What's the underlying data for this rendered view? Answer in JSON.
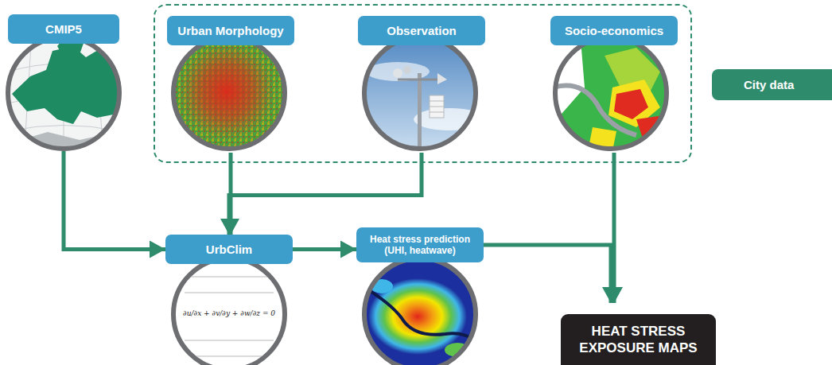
{
  "diagram": {
    "nodes": [
      {
        "text": [
          "CMIP5"
        ]
      },
      {
        "text": [
          "City data"
        ]
      },
      {
        "text": [
          "Urban Morphology"
        ],
        "in": 1
      },
      {
        "text": [
          "Observation"
        ],
        "in": 1
      },
      {
        "text": [
          "Socio-economics"
        ],
        "in": 1
      },
      {
        "text": [
          "UrbClim"
        ]
      },
      {
        "text": [
          "Heat stress prediction (UHI, heatwave)"
        ]
      },
      {
        "text": [
          "HEAT STRESS EXPOSURE MAPS"
        ]
      }
    ],
    "edges": [
      {
        "from": 0,
        "to": 5,
        "arrow": "to"
      },
      {
        "from": 2,
        "to": 5,
        "arrow": "to"
      },
      {
        "from": 3,
        "to": 5,
        "arrow": "to"
      },
      {
        "from": 5,
        "to": 6,
        "arrow": "to"
      },
      {
        "from": 6,
        "to": 7,
        "arrow": "to"
      },
      {
        "from": 4,
        "to": 7,
        "arrow": "to"
      }
    ],
    "labels": [
      "∂u/∂x + ∂v/∂y + ∂w/∂z = 0"
    ]
  }
}
